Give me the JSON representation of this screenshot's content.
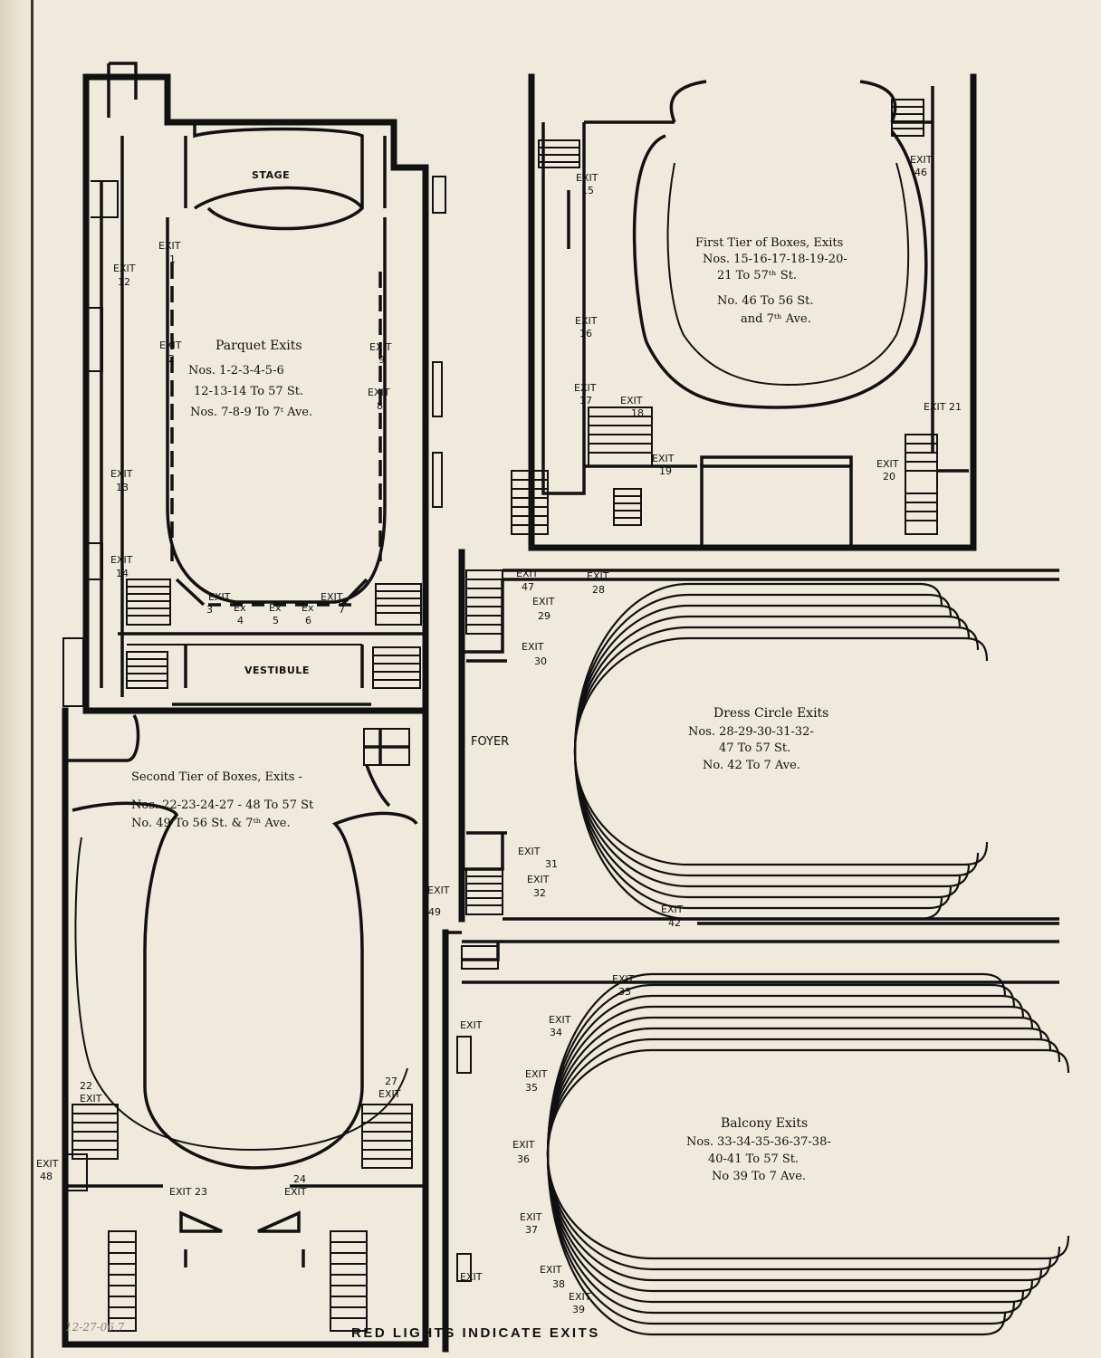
{
  "parquet": {
    "stage": "STAGE",
    "vestibule": "VESTIBULE",
    "title": "Parquet Exits",
    "line1": "Nos. 1-2-3-4-5-6",
    "line2": "12-13-14 To 57 St.",
    "line3": "Nos. 7-8-9 To 7ᵗ Ave.",
    "exits": [
      {
        "label": "EXIT",
        "num": "1"
      },
      {
        "label": "EXIT",
        "num": "2"
      },
      {
        "label": "EXIT",
        "num": "12"
      },
      {
        "label": "EXIT",
        "num": "13"
      },
      {
        "label": "EXIT",
        "num": "14"
      },
      {
        "label": "EXIT",
        "num": "9"
      },
      {
        "label": "EXIT",
        "num": "8"
      },
      {
        "label": "EXIT",
        "num": "3"
      },
      {
        "label": "Ex",
        "num": "4"
      },
      {
        "label": "Ex",
        "num": "5"
      },
      {
        "label": "Ex",
        "num": "6"
      },
      {
        "label": "EXIT",
        "num": "7"
      }
    ]
  },
  "first_tier": {
    "title": "First Tier of Boxes, Exits",
    "line1": "Nos. 15-16-17-18-19-20-",
    "line2": "21 To 57ᵗʰ St.",
    "line3": "No.  46 To 56 St.",
    "line4": "and 7ᵗʰ Ave.",
    "exits": [
      {
        "label": "EXIT",
        "num": "15"
      },
      {
        "label": "EXIT",
        "num": "16"
      },
      {
        "label": "EXIT",
        "num": "17"
      },
      {
        "label": "EXIT",
        "num": "18"
      },
      {
        "label": "EXIT",
        "num": "19"
      },
      {
        "label": "EXIT",
        "num": "46"
      },
      {
        "label": "EXIT 21",
        "num": ""
      },
      {
        "label": "EXIT",
        "num": "20"
      }
    ]
  },
  "second_tier": {
    "title": "Second Tier of Boxes, Exits -",
    "line1": "Nos. 22-23-24-27 - 48 To 57 St",
    "line2": "No.   49  To 56 St. & 7ᵗʰ Ave.",
    "exits": [
      {
        "label": "EXIT",
        "num": "22"
      },
      {
        "label": "EXIT",
        "num": "27"
      },
      {
        "label": "EXIT",
        "num": "48"
      },
      {
        "label": "EXIT 23",
        "num": ""
      },
      {
        "label": "EXIT",
        "num": "24"
      },
      {
        "label": "EXIT",
        "num": "49"
      }
    ]
  },
  "dress_circle": {
    "foyer": "FOYER",
    "title": "Dress Circle Exits",
    "line1": "Nos. 28-29-30-31-32-",
    "line2": "47 To 57 St.",
    "line3": "No. 42 To 7 Ave.",
    "exits": [
      {
        "label": "EXIT",
        "num": "47"
      },
      {
        "label": "EXIT",
        "num": "28"
      },
      {
        "label": "EXIT",
        "num": "29"
      },
      {
        "label": "EXIT",
        "num": "30"
      },
      {
        "label": "EXIT",
        "num": "31"
      },
      {
        "label": "EXIT",
        "num": "32"
      },
      {
        "label": "EXIT",
        "num": "42"
      }
    ]
  },
  "balcony": {
    "title": "Balcony Exits",
    "line1": "Nos. 33-34-35-36-37-38-",
    "line2": "40-41 To 57 St.",
    "line3": "No 39 To 7 Ave.",
    "exits": [
      {
        "label": "EXIT",
        "num": "33"
      },
      {
        "label": "EXIT",
        "num": ""
      },
      {
        "label": "EXIT",
        "num": "34"
      },
      {
        "label": "EXIT",
        "num": "35"
      },
      {
        "label": "EXIT",
        "num": "36"
      },
      {
        "label": "EXIT",
        "num": "37"
      },
      {
        "label": "EXIT",
        "num": "38"
      },
      {
        "label": "EXIT",
        "num": ""
      },
      {
        "label": "EXIT",
        "num": "39"
      }
    ]
  },
  "caption": "RED LIGHTS INDICATE EXITS",
  "pencil_note": "12-27-06.7"
}
